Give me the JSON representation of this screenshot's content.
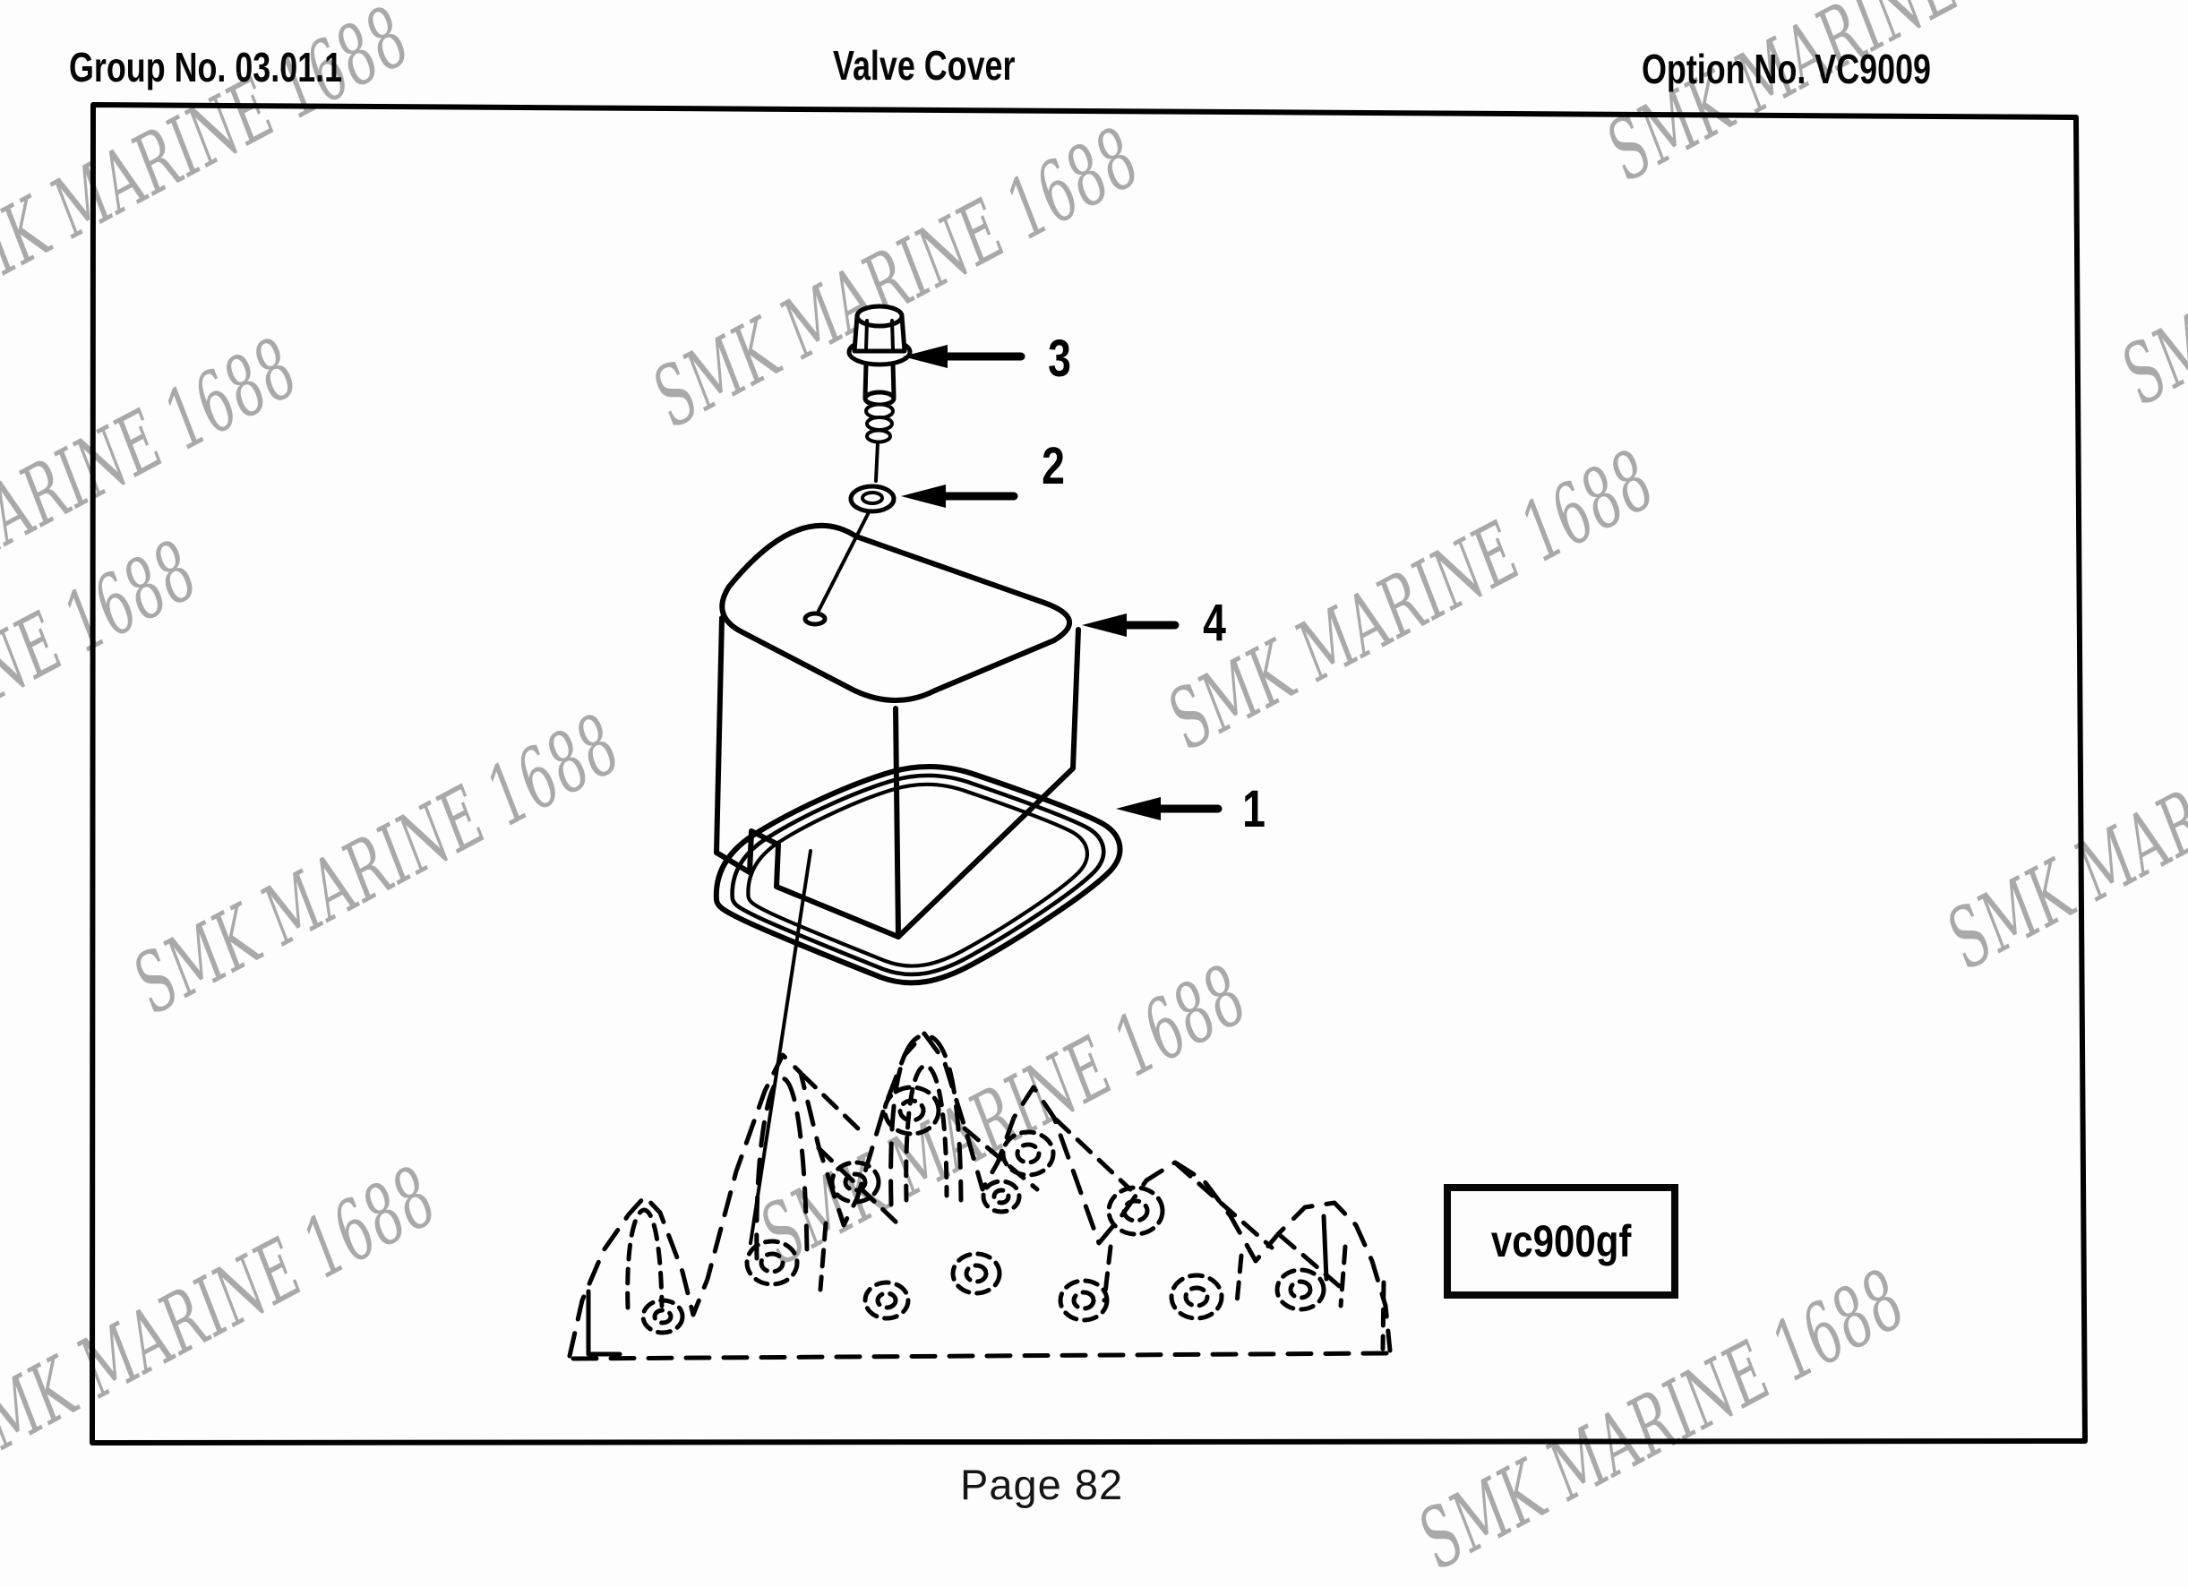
{
  "document": {
    "header": {
      "group_no": "Group No. 03.01.1",
      "title": "Valve Cover",
      "option_no": "Option No. VC9009"
    },
    "watermark": {
      "text": "SMK MARINE 1688",
      "color": "#a9a9a9"
    },
    "diagram": {
      "figure_code": "vc900gf",
      "callouts": [
        {
          "number": "3"
        },
        {
          "number": "2"
        },
        {
          "number": "4"
        },
        {
          "number": "1"
        }
      ]
    },
    "footer": {
      "page_label": "Page 82"
    },
    "colors": {
      "ink": "#000000",
      "watermark": "#a9a9a9",
      "background": "#fdfdfd"
    }
  }
}
